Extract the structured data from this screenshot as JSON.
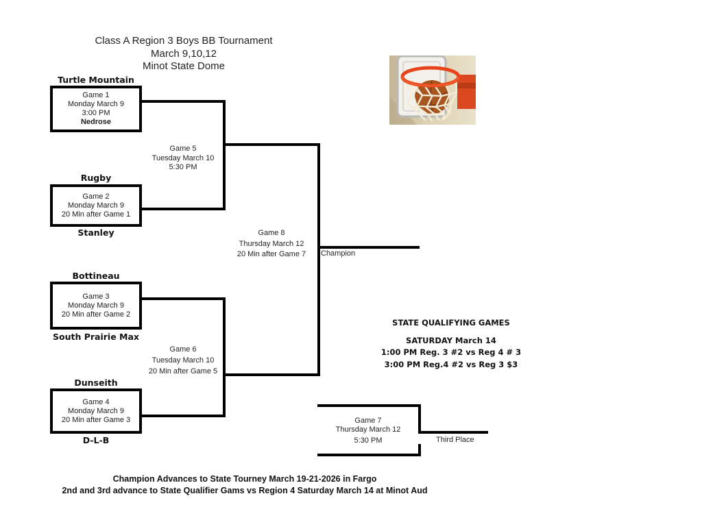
{
  "title": {
    "line1": "Class A Region 3 Boys BB Tournament",
    "line2": "March 9,10,12",
    "line3": "Minot State Dome"
  },
  "bracket": {
    "games": {
      "g1": {
        "label": "Game 1",
        "date": "Monday March 9",
        "time": "3:00 PM"
      },
      "g2": {
        "label": "Game 2",
        "date": "Monday March 9",
        "time": "20 Min after Game 1"
      },
      "g3": {
        "label": "Game 3",
        "date": "Monday March 9",
        "time": "20 Min after Game 2"
      },
      "g4": {
        "label": "Game 4",
        "date": "Monday March 9",
        "time": "20 Min after Game 3"
      },
      "g5": {
        "label": "Game 5",
        "date": "Tuesday March 10",
        "time": "5:30 PM"
      },
      "g6": {
        "label": "Game 6",
        "date": "Tuesday March 10",
        "time": "20 Min after Game 5"
      },
      "g7": {
        "label": "Game 7",
        "date": "Thursday March 12",
        "time": "5:30 PM"
      },
      "g8": {
        "label": "Game 8",
        "date": "Thursday March 12",
        "time": "20 Min after Game 7"
      }
    },
    "teams": {
      "turtle_mountain": "Turtle Mountain",
      "nedrose": "Nedrose",
      "rugby": "Rugby",
      "stanley": "Stanley",
      "bottineau": "Bottineau",
      "south_prairie_max": "South Prairie Max",
      "dunseith": "Dunseith",
      "dlb": "D-L-B"
    },
    "champion_label": "Champion",
    "third_place_label": "Third Place"
  },
  "state_qualifying": {
    "heading": "STATE QUALIFYING GAMES",
    "date": "SATURDAY March 14",
    "line1": "1:00 PM Reg. 3 #2 vs Reg 4 # 3",
    "line2": "3:00 PM Reg.4 #2 vs Reg 3 $3"
  },
  "footer": {
    "line1": "Champion Advances to State Tourney March 19-21-2026 in Fargo",
    "line2": "2nd and 3rd advance to State Qualifier Gams vs Region 4 Saturday March 14  at Minot Aud"
  },
  "photo": {
    "subject": "basketball-falling-through-hoop",
    "background": "#d8cdae",
    "shadow": "#b4a787",
    "backboard": "#f2f1ec",
    "rim": "#e8441c",
    "bracket": "#d9481e",
    "net": "#f3ecd8",
    "ball": "#a8551f"
  },
  "colors": {
    "page_background": "#ffffff",
    "bracket_line": "#000000",
    "text": "#1a1a1a"
  }
}
